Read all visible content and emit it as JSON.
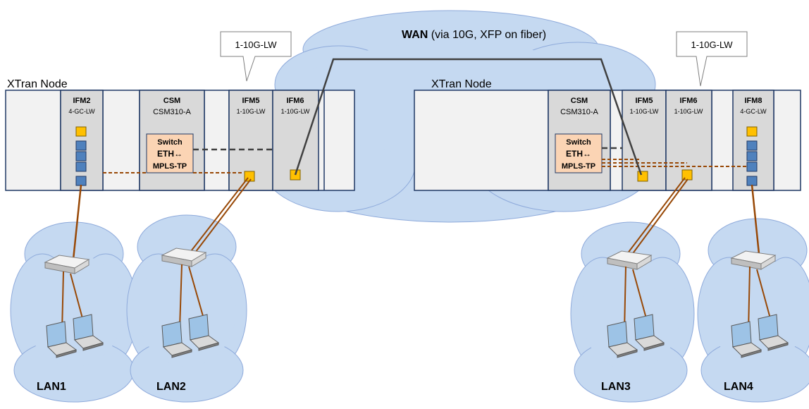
{
  "wan": {
    "title_bold": "WAN",
    "title_rest": " (via 10G, XFP on fiber)"
  },
  "nodes": [
    {
      "label": "XTran Node",
      "callout": "1-10G-LW",
      "cards": [
        {
          "name": "IFM2",
          "type": "4-GC-LW"
        },
        {
          "name": "CSM",
          "type": "CSM310-A"
        },
        {
          "name": "IFM5",
          "type": "1-10G-LW"
        },
        {
          "name": "IFM6",
          "type": "1-10G-LW"
        }
      ],
      "switch": {
        "line1": "Switch",
        "line2": "ETH↔",
        "line3": "MPLS-TP"
      }
    },
    {
      "label": "XTran Node",
      "callout": "1-10G-LW",
      "cards": [
        {
          "name": "CSM",
          "type": "CSM310-A"
        },
        {
          "name": "IFM5",
          "type": "1-10G-LW"
        },
        {
          "name": "IFM6",
          "type": "1-10G-LW"
        },
        {
          "name": "IFM8",
          "type": "4-GC-LW"
        }
      ],
      "switch": {
        "line1": "Switch",
        "line2": "ETH↔",
        "line3": "MPLS-TP"
      }
    }
  ],
  "lans": [
    "LAN1",
    "LAN2",
    "LAN3",
    "LAN4"
  ],
  "colors": {
    "cloud": "#c5d9f1",
    "card": "#d9d9d9",
    "chassis": "#f2f2f2",
    "border": "#1f3864",
    "switch": "#fbd4b4",
    "copper": "#984806",
    "port_yellow": "#ffc000",
    "port_blue": "#4f81bd"
  }
}
